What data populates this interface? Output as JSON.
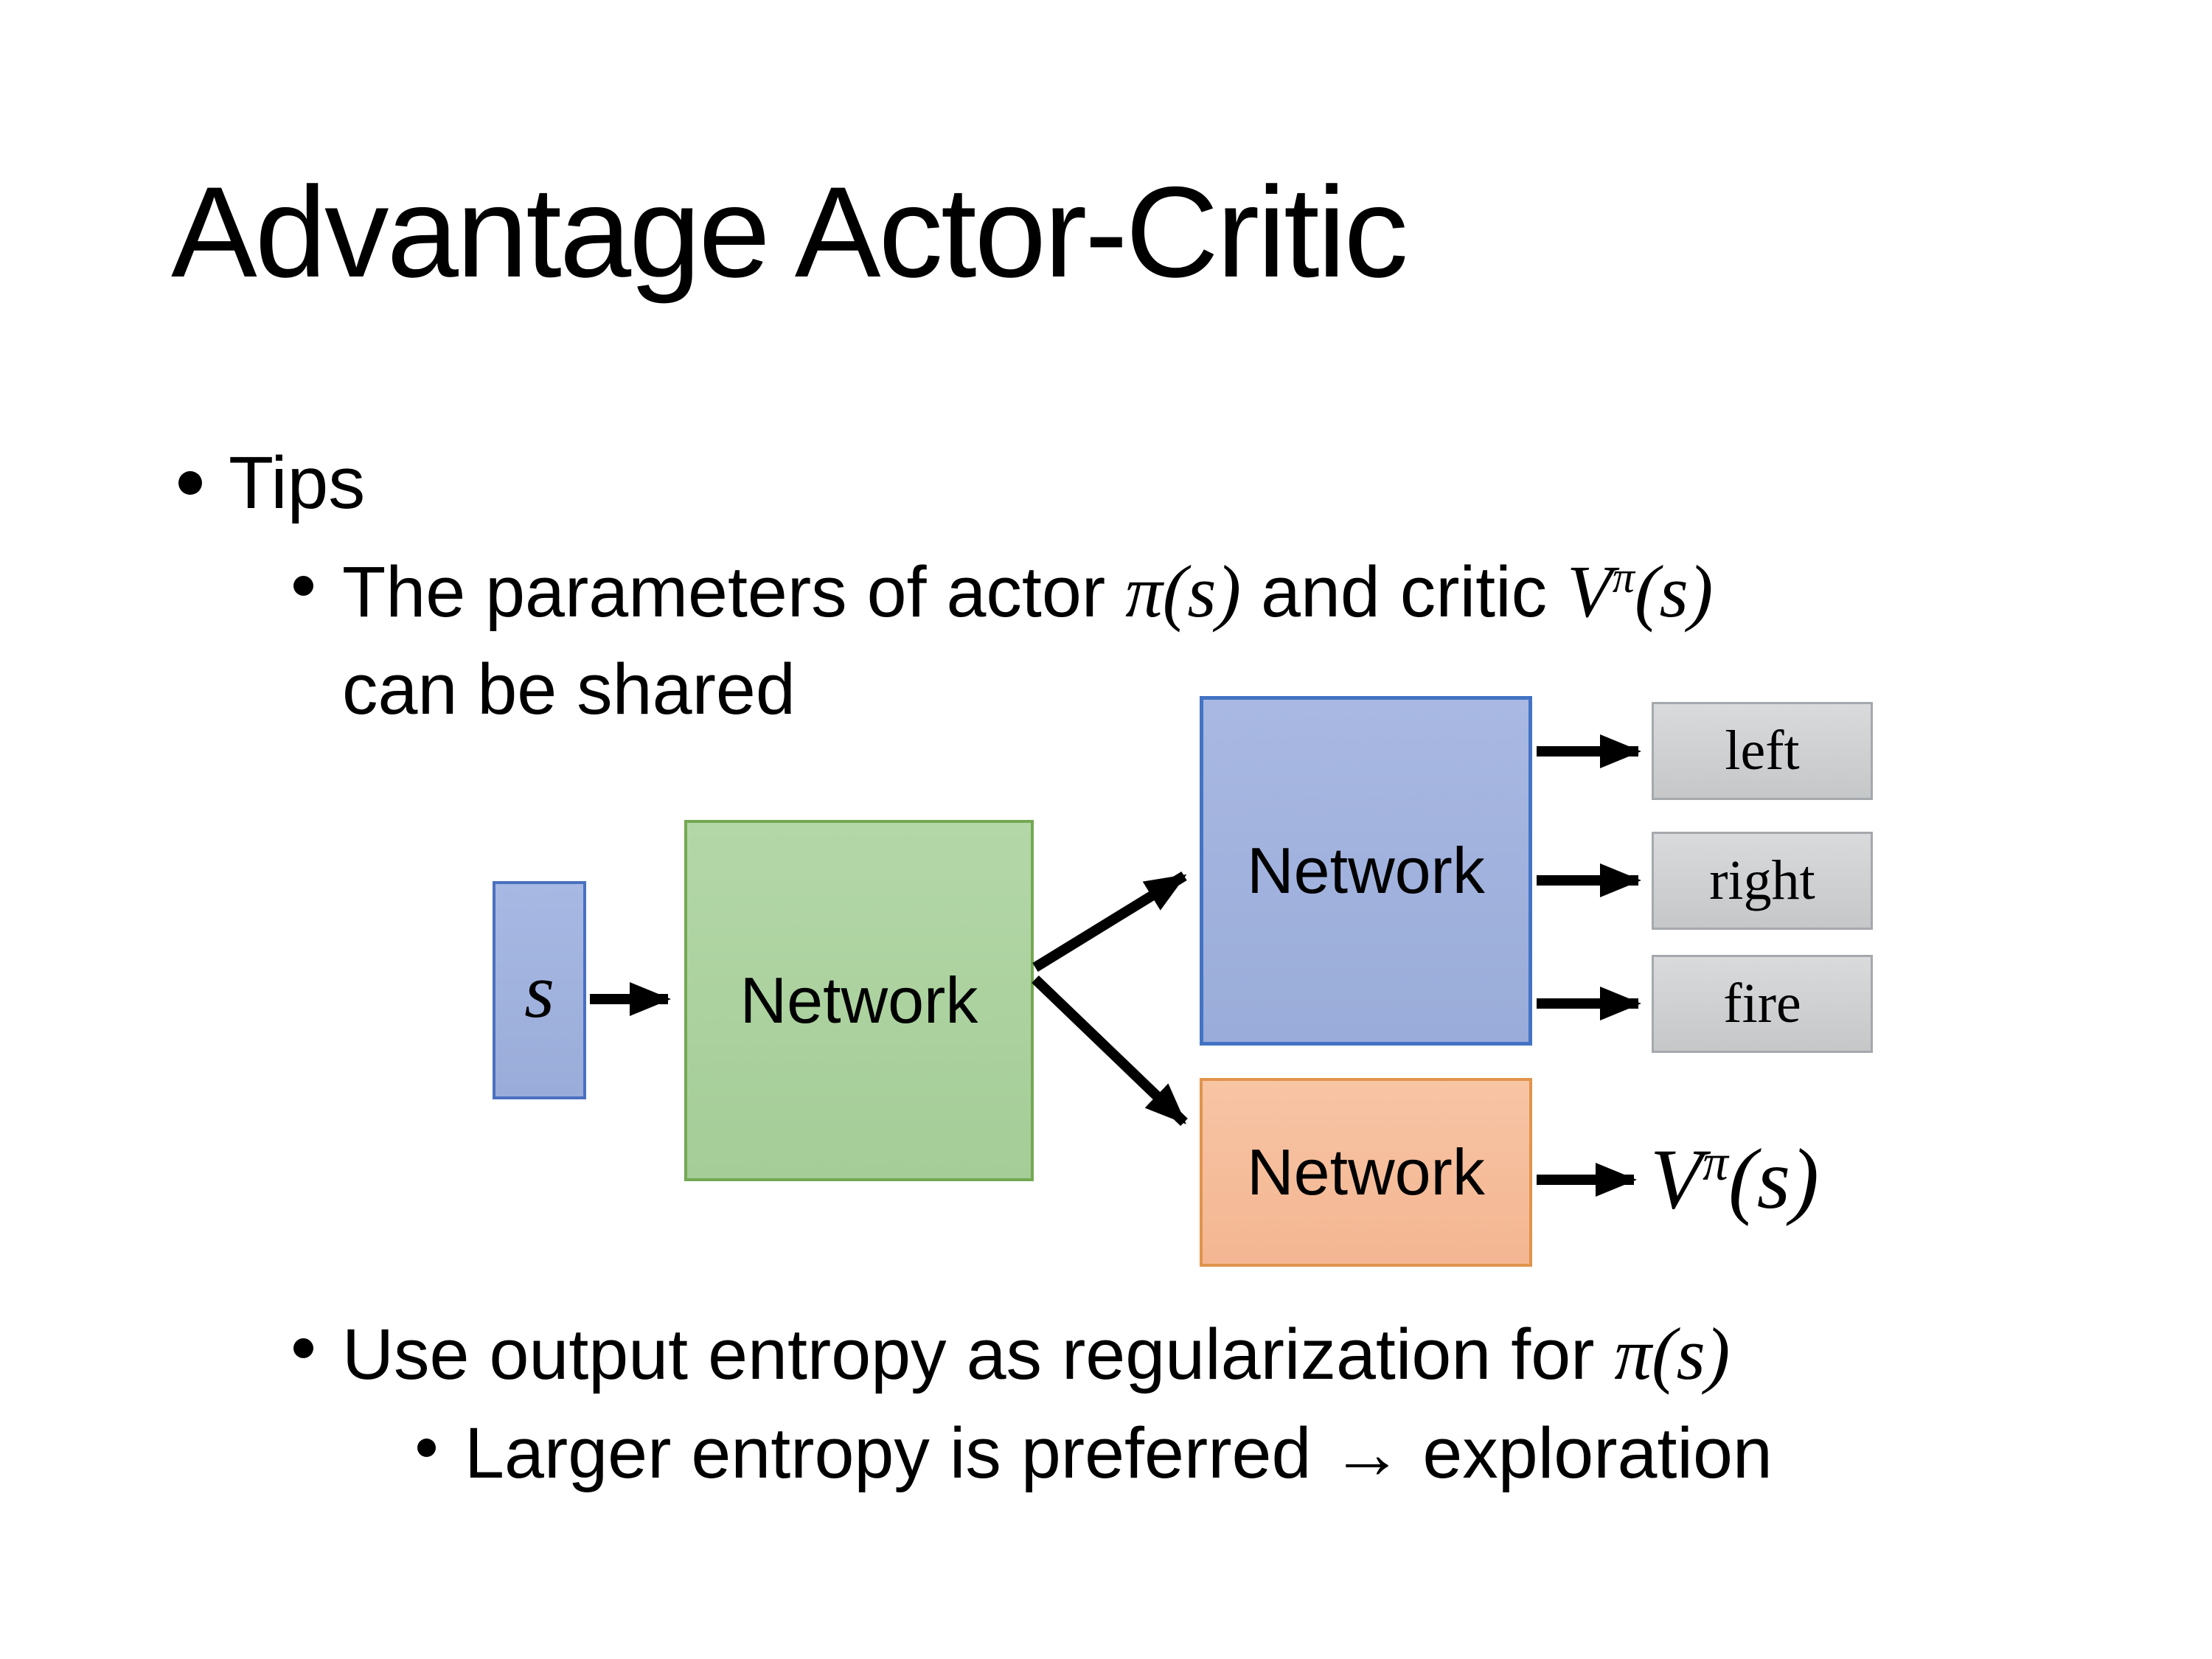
{
  "slide": {
    "title": "Advantage Actor-Critic"
  },
  "bullets": {
    "tips": "Tips",
    "params_part1": "The parameters of actor ",
    "params_math1": "π(s)",
    "params_part2": "  and critic ",
    "params_v_base": "V",
    "params_v_sup": "π",
    "params_v_arg": "(s)",
    "params_line2": "can be shared",
    "entropy_part1": "Use output entropy as regularization for ",
    "entropy_math": "π(s)",
    "exploration": "Larger entropy is preferred → exploration"
  },
  "diagram": {
    "input_label": "s",
    "shared_network_label": "Network",
    "actor_network_label": "Network",
    "critic_network_label": "Network",
    "action_left": "left",
    "action_right": "right",
    "action_fire": "fire",
    "value_base": "V",
    "value_sup": "π",
    "value_arg": "(s)",
    "colors": {
      "input_fill": "#9FB3DF",
      "input_border": "#4A70C0",
      "shared_fill": "#ACD3A0",
      "shared_border": "#74A853",
      "actor_fill": "#A0B1DE",
      "actor_border": "#4373C4",
      "critic_fill": "#F6BD9B",
      "critic_border": "#E0944B",
      "action_fill": "#CDCFD1",
      "action_border": "#A5A9AD",
      "arrow": "#000000",
      "text": "#000000",
      "background": "#FFFFFF"
    }
  }
}
